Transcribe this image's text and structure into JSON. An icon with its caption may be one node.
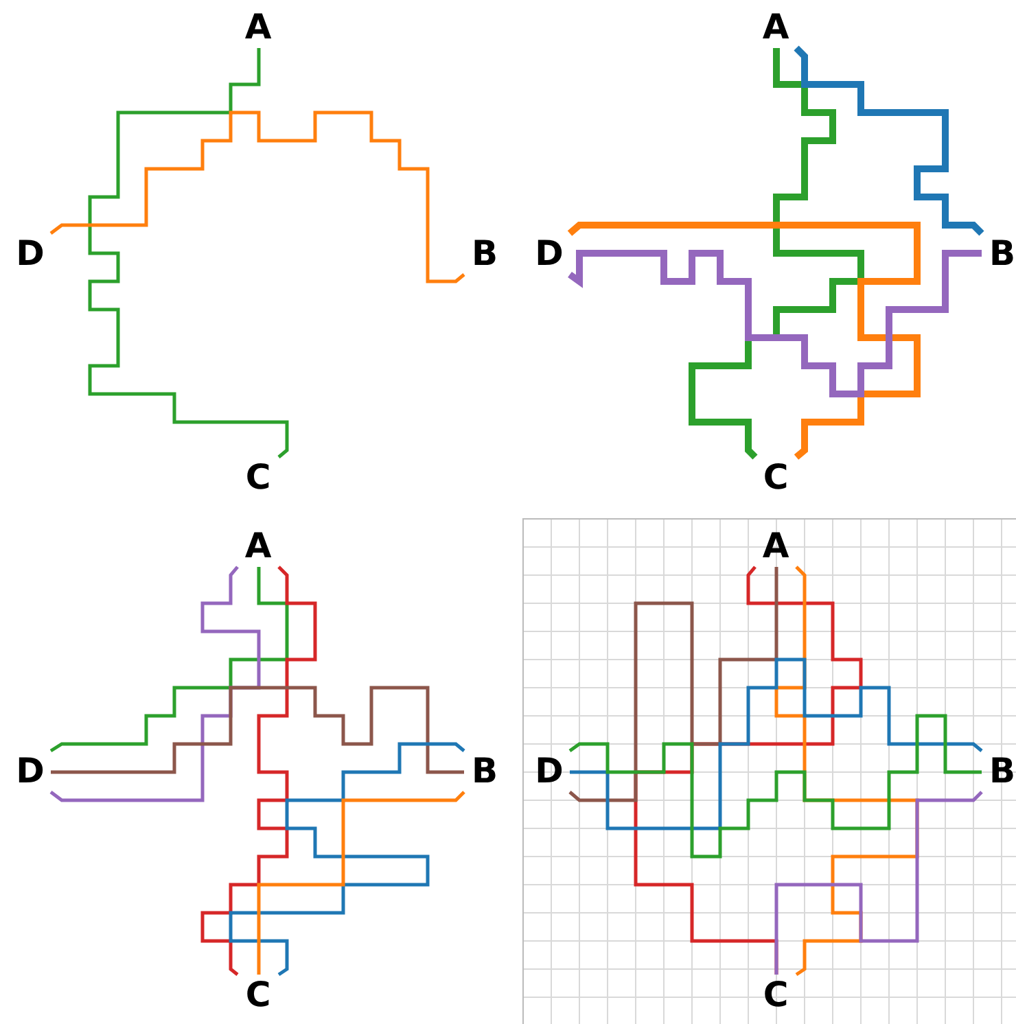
{
  "diagram": {
    "nodes": [
      {
        "text": [
          "A"
        ]
      },
      {
        "text": [
          "D"
        ]
      },
      {
        "text": [
          "B"
        ]
      },
      {
        "text": [
          "C"
        ]
      },
      {
        "text": [
          "A"
        ]
      },
      {
        "text": [
          "D"
        ]
      },
      {
        "text": [
          "B"
        ]
      },
      {
        "text": [
          "C"
        ]
      },
      {
        "text": [
          "A"
        ]
      },
      {
        "text": [
          "D"
        ]
      },
      {
        "text": [
          "B"
        ]
      },
      {
        "text": [
          "C"
        ]
      },
      {
        "text": [
          "A"
        ]
      },
      {
        "text": [
          "D"
        ]
      },
      {
        "text": [
          "B"
        ]
      },
      {
        "text": [
          "C"
        ]
      }
    ],
    "edges": [
      {
        "from": 0,
        "to": 3,
        "arrow": "none",
        "color": "#2ca02c"
      },
      {
        "from": 1,
        "to": 2,
        "arrow": "none",
        "color": "#ff7f0e"
      },
      {
        "from": 4,
        "to": 7,
        "arrow": "none",
        "style": "thick",
        "color": "#2ca02c"
      },
      {
        "from": 4,
        "to": 6,
        "arrow": "none",
        "style": "thick",
        "color": "#1f77b4"
      },
      {
        "from": 5,
        "to": 7,
        "arrow": "none",
        "style": "thick",
        "color": "#ff7f0e"
      },
      {
        "from": 5,
        "to": 6,
        "arrow": "none",
        "style": "thick",
        "color": "#9467bd"
      },
      {
        "from": 8,
        "to": 9,
        "arrow": "none",
        "color": "#2ca02c"
      },
      {
        "from": 8,
        "to": 11,
        "arrow": "none",
        "color": "#d62728"
      },
      {
        "from": 8,
        "to": 9,
        "arrow": "none",
        "color": "#9467bd"
      },
      {
        "from": 9,
        "to": 10,
        "arrow": "none",
        "color": "#8c564b"
      },
      {
        "from": 11,
        "to": 10,
        "arrow": "none",
        "color": "#1f77b4"
      },
      {
        "from": 10,
        "to": 11,
        "arrow": "none",
        "color": "#ff7f0e"
      },
      {
        "from": 12,
        "to": 15,
        "arrow": "none",
        "color": "#d62728"
      },
      {
        "from": 12,
        "to": 13,
        "arrow": "none",
        "color": "#8c564b"
      },
      {
        "from": 12,
        "to": 15,
        "arrow": "none",
        "color": "#ff7f0e"
      },
      {
        "from": 13,
        "to": 14,
        "arrow": "none",
        "color": "#1f77b4"
      },
      {
        "from": 13,
        "to": 14,
        "arrow": "none",
        "color": "#2ca02c"
      },
      {
        "from": 15,
        "to": 14,
        "arrow": "none",
        "color": "#9467bd"
      }
    ]
  }
}
